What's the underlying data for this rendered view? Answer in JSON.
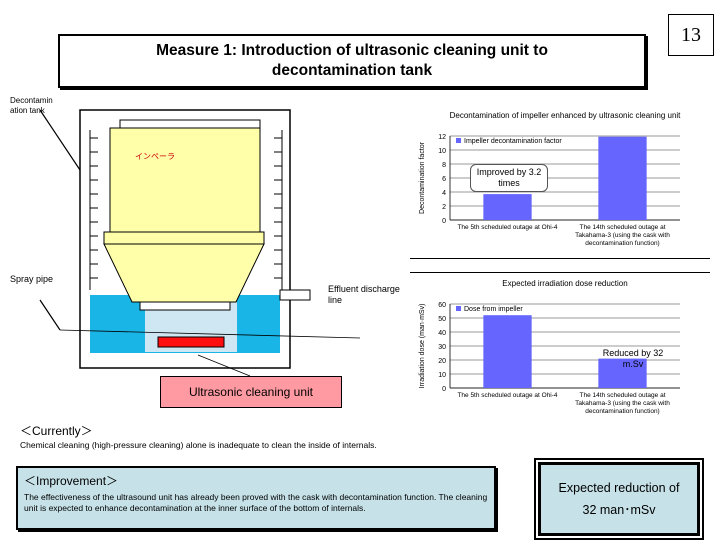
{
  "title": "Measure 1: Introduction of ultrasonic cleaning unit to decontamination tank",
  "page_number": "13",
  "diagram": {
    "tank_label": "Decontamin ation tank",
    "spray_label": "Spray pipe",
    "impeller_label": "インペーラ",
    "effluent_label": "Effluent discharge line",
    "ultrasonic_label": "Ultrasonic cleaning unit"
  },
  "chart_data": [
    {
      "type": "bar",
      "title": "Decontamination of impeller enhanced by ultrasonic cleaning unit",
      "ylabel": "Decontamination factor",
      "ylim": [
        0,
        12
      ],
      "yticks": [
        "0",
        "2",
        "4",
        "6",
        "8",
        "10",
        "12"
      ],
      "categories": [
        "The 5th scheduled outage at Ohi-4",
        "The 14th scheduled outage at Takahama-3 (using the cask with decontamination function)"
      ],
      "series": [
        {
          "name": "Impeller decontamination factor",
          "values": [
            3.7,
            11.9
          ]
        }
      ],
      "annotation": "Improved by 3.2 times",
      "colors": {
        "bar": "#6666ff"
      }
    },
    {
      "type": "bar",
      "title": "Expected irradiation dose reduction",
      "ylabel": "Irradiation dose (man·mSv)",
      "ylim": [
        0,
        60
      ],
      "yticks": [
        "0",
        "10",
        "20",
        "30",
        "40",
        "50",
        "60"
      ],
      "categories": [
        "The 5th scheduled outage at Ohi-4",
        "The 14th scheduled outage at Takahama-3 (using the cask with decontamination function)"
      ],
      "series": [
        {
          "name": "Dose from impeller",
          "values": [
            52,
            21
          ]
        }
      ],
      "annotation": "Reduced by 32 m.Sv",
      "colors": {
        "bar": "#6666ff"
      }
    }
  ],
  "currently": {
    "heading": "＜Currently＞",
    "text": "Chemical cleaning (high-pressure cleaning) alone is inadequate to clean the inside of internals."
  },
  "improvement": {
    "heading": "＜Improvement＞",
    "text": "The effectiveness of the ultrasound unit has already been proved with the cask with decontamination function. The cleaning unit is expected to enhance decontamination at the inner surface of the bottom of internals."
  },
  "reduction_box": {
    "line1": "Expected reduction of",
    "line2": "32 man･mSv"
  }
}
